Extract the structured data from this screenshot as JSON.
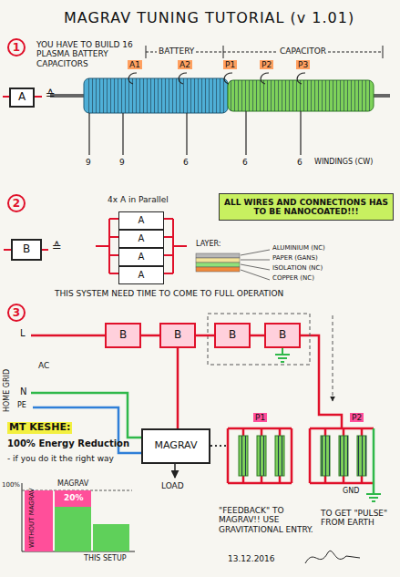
{
  "diagram": {
    "title": "MAGRAV TUNING TUTORIAL (v 1.01)",
    "nodes": [
      {
        "text": [
          "A"
        ]
      },
      {
        "text": [
          "B"
        ]
      },
      {
        "text": [
          "A"
        ]
      },
      {
        "text": [
          "A"
        ]
      },
      {
        "text": [
          "A"
        ]
      },
      {
        "text": [
          "A"
        ]
      },
      {
        "text": [
          "B"
        ]
      },
      {
        "text": [
          "B"
        ]
      },
      {
        "text": [
          "B"
        ]
      },
      {
        "text": [
          "B"
        ]
      },
      {
        "text": [
          "MAGRAV"
        ]
      },
      {
        "text": [
          "ALL WIRES AND CONNECTIONS HAS TO BE NANOCOATED!!!"
        ]
      }
    ],
    "edges": [
      {
        "from": 6,
        "to": 7,
        "arrow": "none"
      },
      {
        "from": 7,
        "to": 8,
        "arrow": "none"
      },
      {
        "from": 8,
        "to": 9,
        "arrow": "none"
      },
      {
        "from": 7,
        "to": 10,
        "arrow": "none"
      }
    ],
    "labels": [
      "1",
      "YOU HAVE TO BUILD 16 PLASMA BATTERY CAPACITORS",
      "≙",
      "BATTERY",
      "CAPACITOR",
      "A1",
      "A2",
      "P1",
      "P2",
      "P3",
      "9",
      "9",
      "6",
      "6",
      "6",
      "WINDINGS (CW)",
      "2",
      "≙",
      "4x A in Parallel",
      "LAYER:",
      "ALUMINIUM (NC)",
      "PAPER (GANS)",
      "ISOLATION (NC)",
      "COPPER (NC)",
      "THIS SYSTEM NEED TIME TO COME TO FULL OPERATION",
      "3",
      "HOME GRID",
      "L",
      "AC",
      "N",
      "PE",
      "LOAD",
      "P1",
      "P2",
      "GND",
      "MT KESHE:",
      "100% Energy Reduction",
      "- if you do it the right way",
      "100%",
      "WITHOUT MAGRAV",
      "MAGRAV",
      "20%",
      "THIS SETUP",
      "\"FEEDBACK\" TO MAGRAV!! USE GRAVITATIONAL ENTRY.",
      "TO GET \"PULSE\" FROM EARTH",
      "13.12.2016"
    ]
  }
}
